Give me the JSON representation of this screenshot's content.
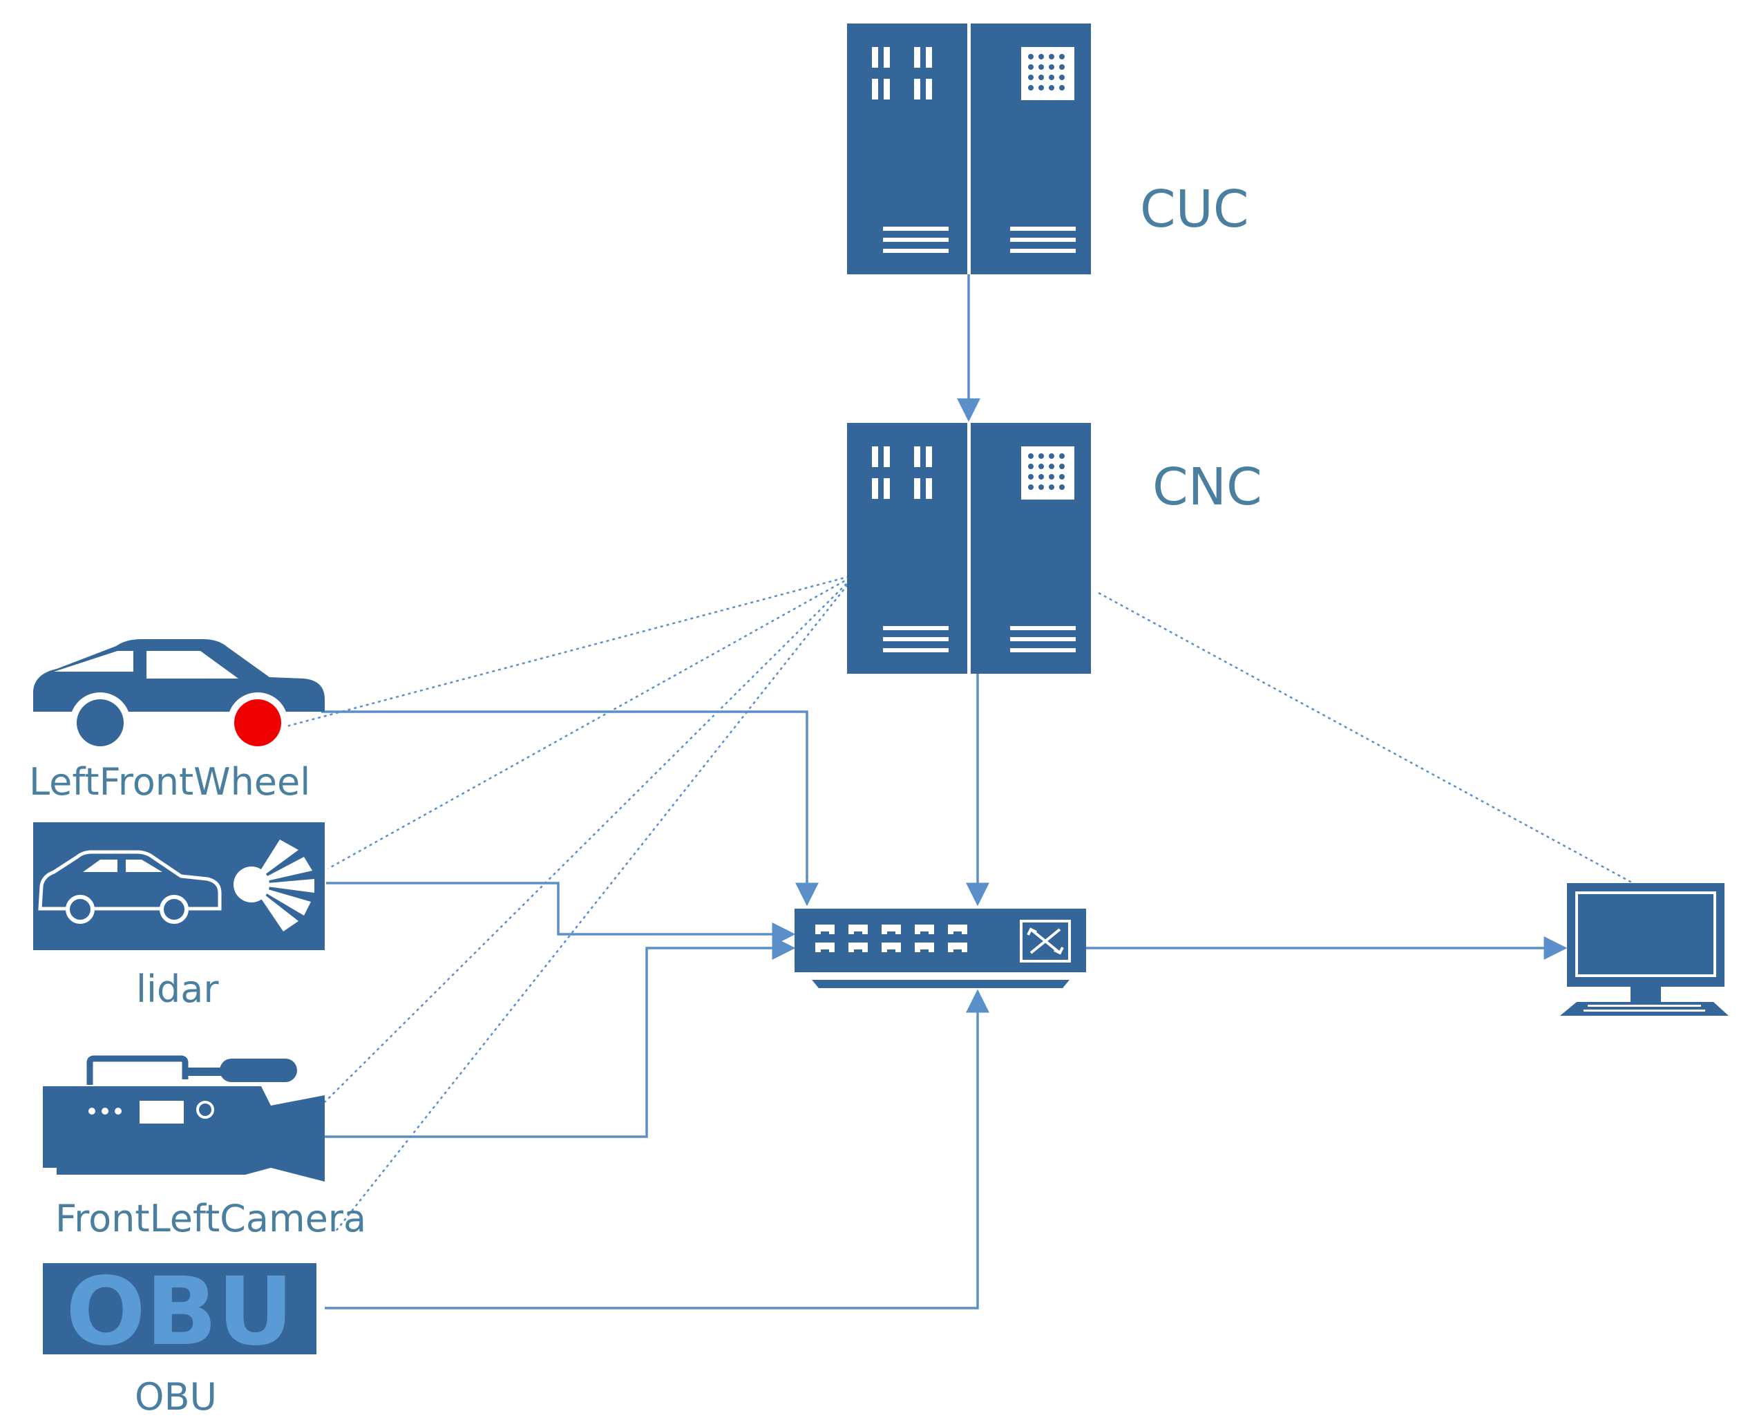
{
  "colors": {
    "icon": "#356699",
    "line": "#5b8fc9",
    "label": "#4a7fa0",
    "wheel_marker": "#ee0000",
    "obu_text": "#5b9bd5"
  },
  "nodes": {
    "cuc": {
      "label": "CUC",
      "icon": "server-icon"
    },
    "cnc": {
      "label": "CNC",
      "icon": "server-icon"
    },
    "left_front_wheel": {
      "label": "LeftFrontWheel",
      "icon": "car-icon"
    },
    "lidar": {
      "label": "lidar",
      "icon": "lidar-icon"
    },
    "front_left_camera": {
      "label": "FrontLeftCamera",
      "icon": "video-camera-icon"
    },
    "obu": {
      "label": "OBU",
      "icon_text": "OBU",
      "icon": "obu-icon"
    },
    "switch": {
      "icon": "network-switch-icon"
    },
    "workstation": {
      "icon": "computer-icon"
    }
  }
}
